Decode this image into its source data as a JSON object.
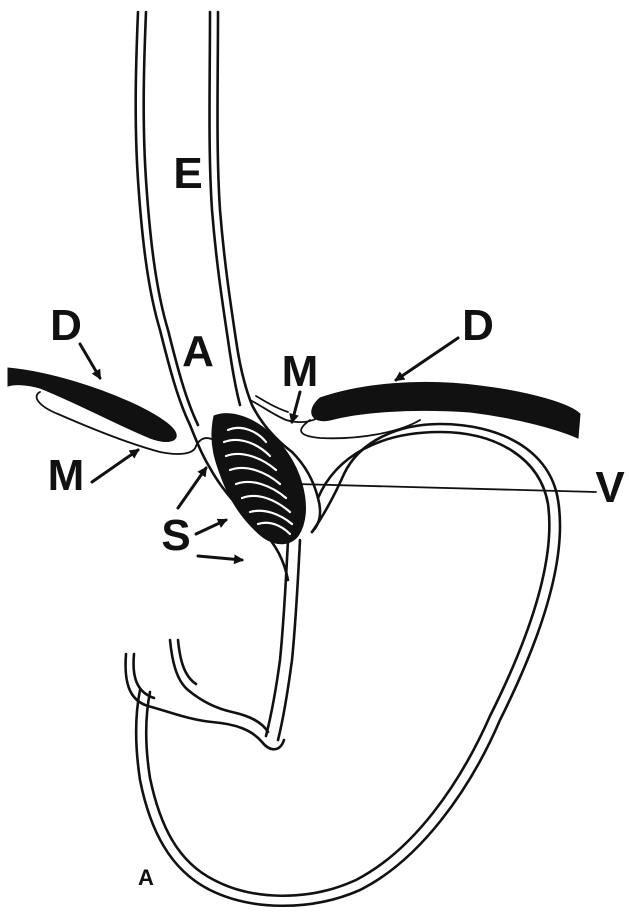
{
  "labels": {
    "E": "E",
    "A": "A",
    "D_left": "D",
    "D_right": "D",
    "M_left": "M",
    "M_right": "M",
    "S": "S",
    "V": "V",
    "A_corner": "A"
  },
  "colors": {
    "ink": "#111111",
    "paper": "#ffffff"
  }
}
